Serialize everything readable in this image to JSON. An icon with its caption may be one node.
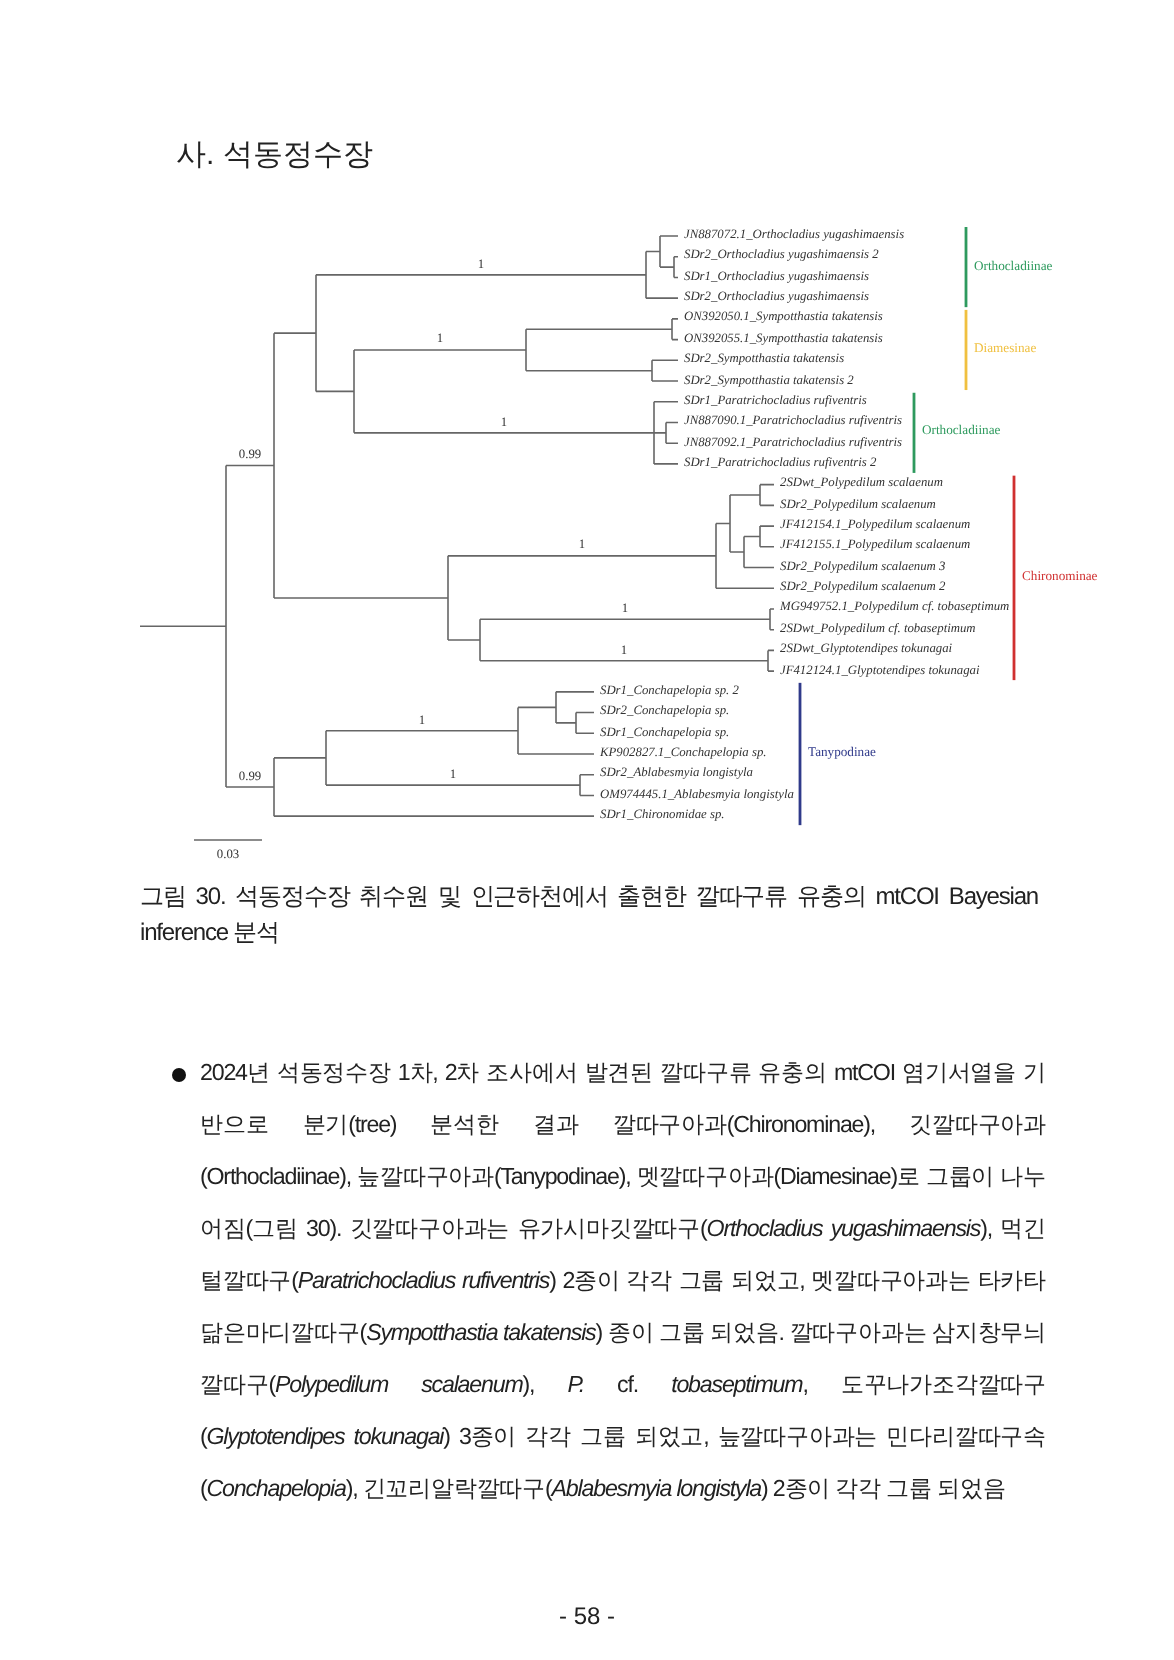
{
  "diagram": {
    "title": "사. 석동정수장",
    "caption": "그림 30. 석동정수장 취수원 및 인근하천에서 출현한 깔따구류 유충의 mtCOI Bayesian inference 분석",
    "labels": [
      "JN887072.1_Orthocladius yugashimaensis",
      "SDr2_Orthocladius yugashimaensis 2",
      "SDr1_Orthocladius yugashimaensis",
      "SDr2_Orthocladius yugashimaensis",
      "ON392050.1_Sympotthastia takatensis",
      "ON392055.1_Sympotthastia takatensis",
      "SDr2_Sympotthastia takatensis",
      "SDr2_Sympotthastia takatensis 2",
      "SDr1_Paratrichocladius rufiventris",
      "JN887090.1_Paratrichocladius rufiventris",
      "JN887092.1_Paratrichocladius rufiventris",
      "SDr1_Paratrichocladius rufiventris 2",
      "2SDwt_Polypedilum scalaenum",
      "SDr2_Polypedilum scalaenum",
      "JF412154.1_Polypedilum scalaenum",
      "JF412155.1_Polypedilum scalaenum",
      "SDr2_Polypedilum scalaenum 3",
      "SDr2_Polypedilum scalaenum 2",
      "MG949752.1_Polypedilum cf. tobaseptimum",
      "2SDwt_Polypedilum cf. tobaseptimum",
      "2SDwt_Glyptotendipes tokunagai",
      "JF412124.1_Glyptotendipes tokunagai",
      "SDr1_Conchapelopia sp. 2",
      "SDr2_Conchapelopia sp.",
      "SDr1_Conchapelopia sp.",
      "KP902827.1_Conchapelopia sp.",
      "SDr2_Ablabesmyia longistyla",
      "OM974445.1_Ablabesmyia longistyla",
      "SDr1_Chironomidae sp.",
      "Orthocladiinae",
      "Diamesinae",
      "Orthocladiinae",
      "Chironominae",
      "Tanypodinae",
      "1",
      "1",
      "1",
      "0.99",
      "1",
      "1",
      "1",
      "1",
      "0.99",
      "1",
      "0.03",
      "2024년 석동정수장 1차, 2차 조사에서 발견된 깔따구류 유충의 mtCOI 염기서열을 기반으로 분기(tree) 분석한 결과 깔따구아과(Chironominae), 깃깔따구아과(Orthocladiinae), 늪깔따구아과(Tanypodinae), 멧깔따구아과(Diamesinae)로 그룹이 나누어짐(그림 30). 깃깔따구아과는 유가시마깃깔따구(*Orthocladius yugashimaensis*), 먹긴털깔따구(*Paratrichocladius rufiventris*) 2종이 각각 그룹 되었고, 멧깔따구아과는 타카타닮은마디깔따구(*Sympotthastia takatensis*) 종이 그룹 되었음. 깔따구아과는 삼지창무늬깔따구(*Polypedilum scalaenum*), *P.* cf. *tobaseptimum*, 도꾸나가조각깔따구(*Glyptotendipes tokunagai*) 3종이 각각 그룹 되었고, 늪깔따구아과는 민다리깔따구속(*Conchapelopia*), 긴꼬리알락깔따구(*Ablabesmyia longistyla*) 2종이 각각 그룹 되었음",
      "- 58 -"
    ]
  }
}
